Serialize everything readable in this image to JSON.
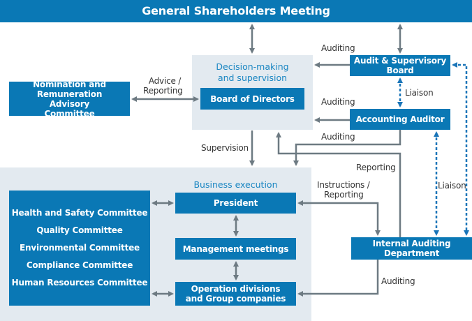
{
  "title": "General Shareholders Meeting",
  "decision_area": {
    "title_line1": "Decision-making",
    "title_line2": "and supervision",
    "board": "Board of Directors"
  },
  "nomination": "Nomination and Remuneration Advisory Committee",
  "audit_board": "Audit & Supervisory Board",
  "accounting_auditor": "Accounting Auditor",
  "internal_auditing": "Internal Auditing Department",
  "business_area": {
    "title": "Business execution",
    "president": "President",
    "management": "Management meetings",
    "operations": "Operation divisions and Group companies",
    "committees": [
      "Health and Safety Committee",
      "Quality Committee",
      "Environmental Committee",
      "Compliance Committee",
      "Human Resources Committee"
    ]
  },
  "labels": {
    "auditing_asb": "Auditing",
    "auditing_aa": "Auditing",
    "auditing_aa_exec": "Auditing",
    "advice_1": "Advice /",
    "advice_2": "Reporting",
    "supervision": "Supervision",
    "reporting": "Reporting",
    "instructions_1": "Instructions /",
    "instructions_2": "Reporting",
    "liaison_1": "Liaison",
    "liaison_2": "Liaison",
    "auditing_iad": "Auditing"
  },
  "colors": {
    "box": "#0a78b5",
    "area": "#e3eaf0",
    "arrow": "#6d7a82",
    "dashed": "#1a75b8"
  }
}
